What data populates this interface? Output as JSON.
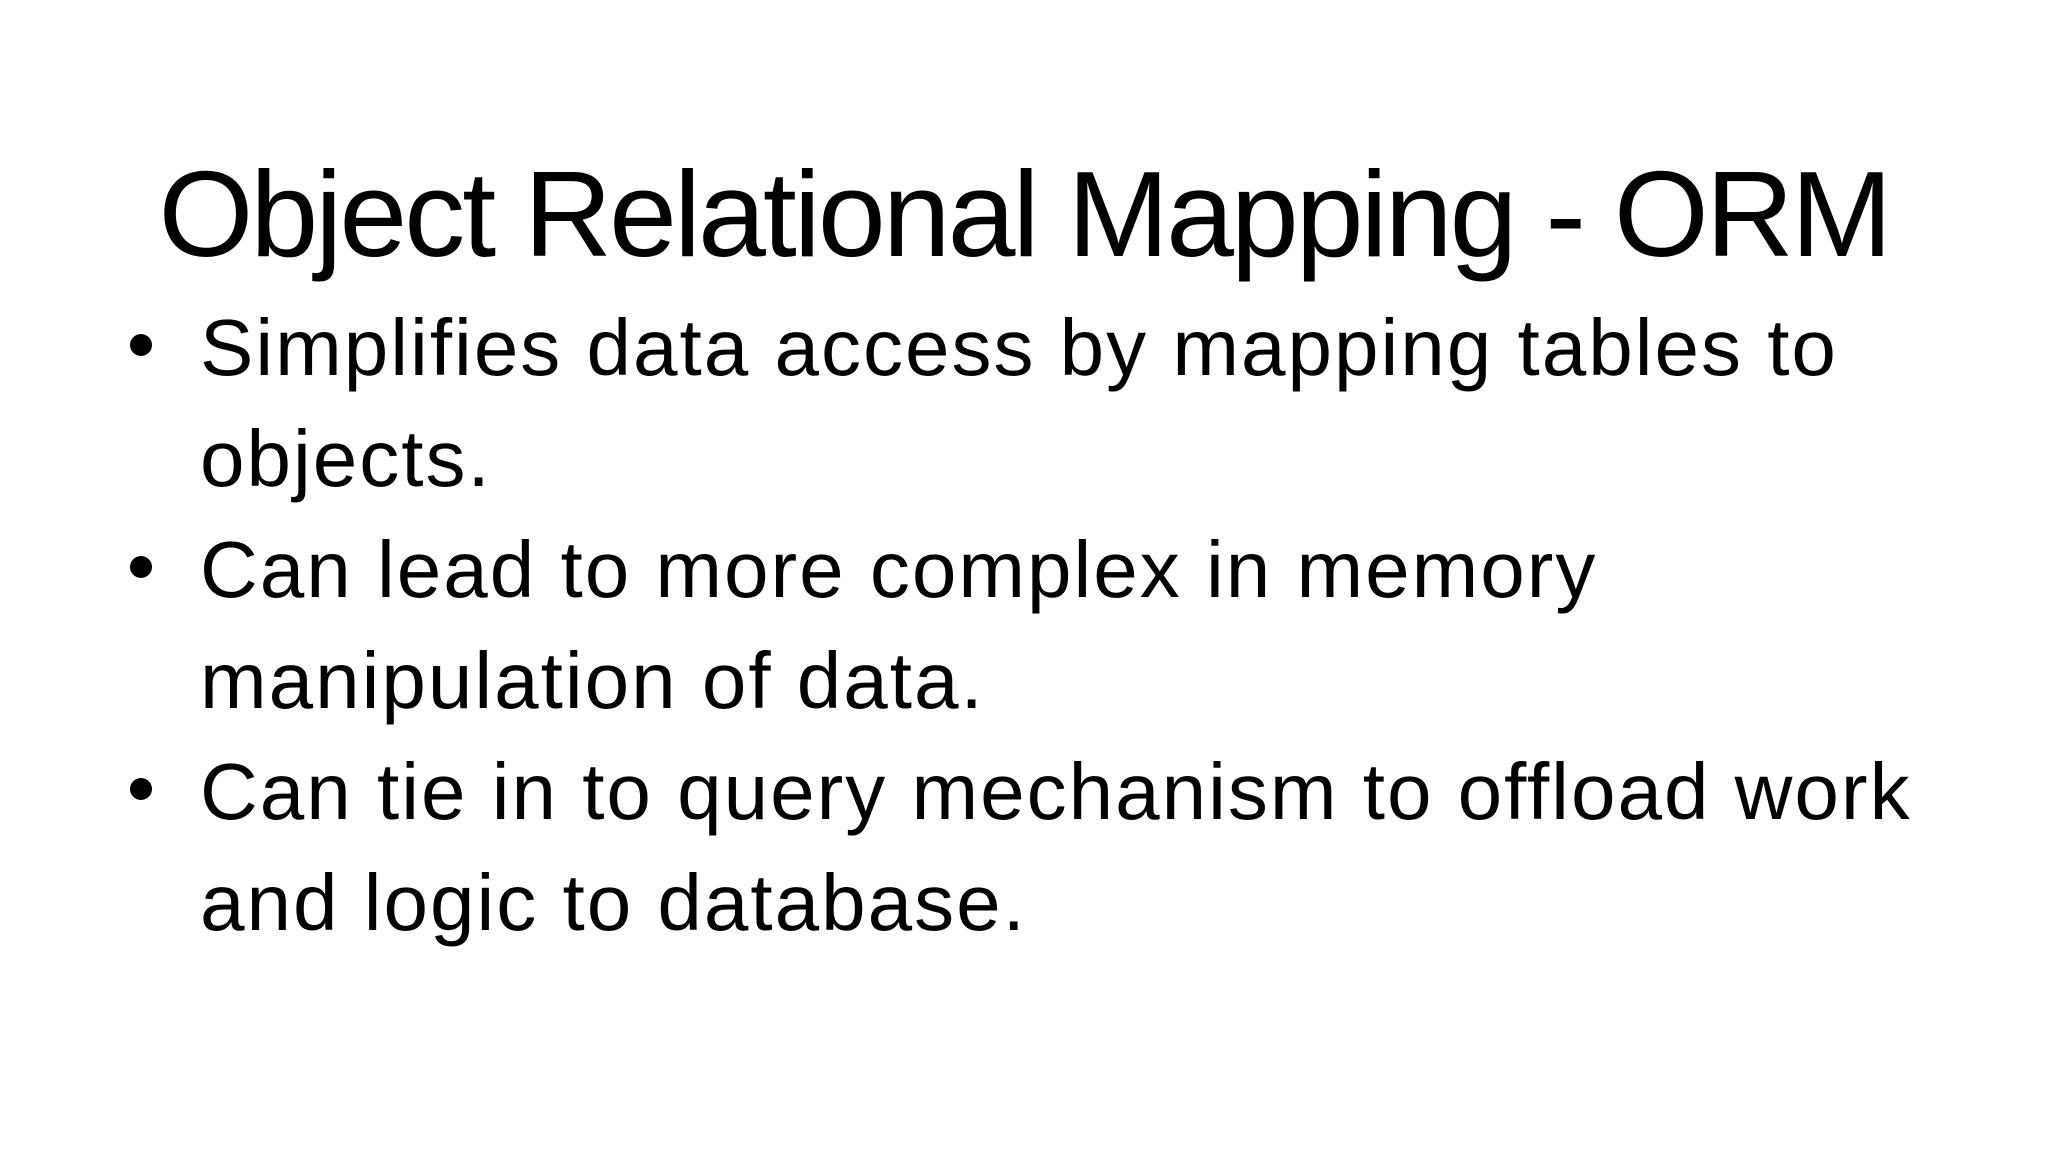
{
  "slide": {
    "title": "Object Relational Mapping - ORM",
    "bullets": [
      {
        "lines": [
          "Simplifies data access by mapping tables to",
          "objects."
        ]
      },
      {
        "lines": [
          "Can lead to more complex in memory",
          "manipulation of data."
        ]
      },
      {
        "lines": [
          "Can tie in to query mechanism to offload work",
          "and logic to database."
        ]
      }
    ]
  },
  "colors": {
    "background": "#ffffff",
    "text": "#000000",
    "bullet_marker": "#000000"
  }
}
